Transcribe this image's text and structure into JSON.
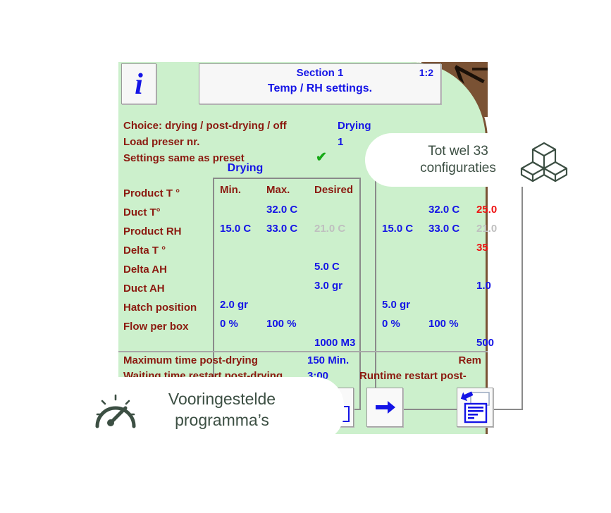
{
  "header": {
    "info_icon_glyph": "i",
    "section_title": "Section 1",
    "page_indicator": "1:2",
    "subtitle": "Temp / RH settings."
  },
  "top_settings": [
    {
      "label": "Choice: drying / post-drying / off",
      "value": "Drying"
    },
    {
      "label": "Load preser nr.",
      "value": "1"
    },
    {
      "label": "Settings same as preset",
      "value": "✔"
    }
  ],
  "mode_caption": "Drying",
  "table": {
    "columns": [
      "Min.",
      "Max.",
      "Desired"
    ],
    "row_labels": [
      "Product T °",
      "Duct T°",
      "Product RH",
      "Delta T °",
      "Delta AH",
      "Duct AH",
      "Hatch position",
      "Flow per box"
    ],
    "left_panel": [
      {
        "min": "",
        "max": "32.0 C",
        "desired": ""
      },
      {
        "min": "15.0 C",
        "max": "33.0 C",
        "desired": "21.0 C",
        "desired_style": "grey"
      },
      {
        "min": "",
        "max": "",
        "desired": ""
      },
      {
        "min": "",
        "max": "",
        "desired": "5.0 C"
      },
      {
        "min": "",
        "max": "",
        "desired": "3.0 gr"
      },
      {
        "min": "2.0 gr",
        "max": "",
        "desired": ""
      },
      {
        "min": "0 %",
        "max": "100 %",
        "desired": ""
      },
      {
        "min": "",
        "max": "",
        "desired": "1000 M3"
      }
    ],
    "right_panel": [
      {
        "min": "",
        "max": "32.0 C",
        "desired": "25.0",
        "desired_style": "red"
      },
      {
        "min": "15.0 C",
        "max": "33.0 C",
        "desired": "21.0",
        "desired_style": "grey"
      },
      {
        "min": "",
        "max": "",
        "desired": "35",
        "desired_style": "red"
      },
      {
        "min": "",
        "max": "",
        "desired": ""
      },
      {
        "min": "",
        "max": "",
        "desired": "1.0"
      },
      {
        "min": "5.0 gr",
        "max": "",
        "desired": ""
      },
      {
        "min": "0 %",
        "max": "100 %",
        "desired": ""
      },
      {
        "min": "",
        "max": "",
        "desired": "500"
      }
    ]
  },
  "bottom_rows": [
    {
      "label": "Maximum time post-drying",
      "value": "150 Min.",
      "right_label": "Rem"
    },
    {
      "label": "Waiting time restart post-drying",
      "value": "3:00",
      "right_label": "Runtime restart post-"
    }
  ],
  "toolbar": [
    {
      "name": "panels-up-button",
      "icon": "arrow-up-panels"
    },
    {
      "name": "next-button",
      "icon": "arrow-right"
    },
    {
      "name": "load-doc-button",
      "icon": "document-in"
    }
  ],
  "callouts": {
    "configurations": {
      "line1": "Tot wel 33",
      "line2": "configuraties",
      "icon": "cubes-icon"
    },
    "programs": {
      "line1": "Vooringestelde",
      "line2": "programma’s",
      "icon": "gauge-icon"
    }
  },
  "colors": {
    "screen_background": "#ccf0cc",
    "label_red": "#8b1a10",
    "value_blue": "#1414e6",
    "value_grey": "#bfbfbf",
    "value_red": "#ee1111",
    "check_green": "#16a916",
    "callout_text": "#3c4f43",
    "photo_brown": "#7a5234"
  }
}
